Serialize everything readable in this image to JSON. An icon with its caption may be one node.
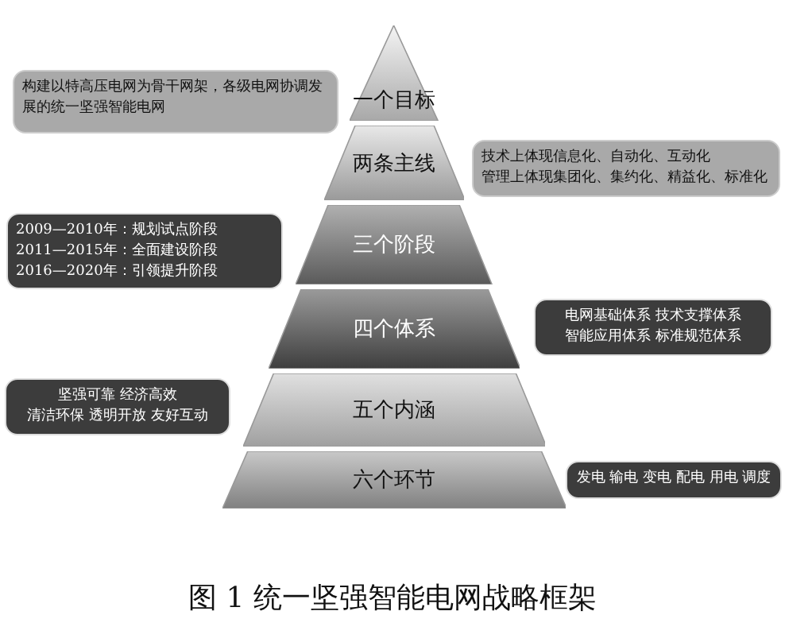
{
  "diagram": {
    "caption": "图 1 统一坚强智能电网战略框架",
    "nodes": [
      {
        "text": [
          "一个目标"
        ]
      },
      {
        "text": [
          "两条主线"
        ]
      },
      {
        "text": [
          "三个阶段"
        ]
      },
      {
        "text": [
          "四个体系"
        ]
      },
      {
        "text": [
          "五个内涵"
        ]
      },
      {
        "text": [
          "六个环节"
        ]
      },
      {
        "text": [
          "构建以特高压电网为骨干网架，各级电网协调发展的统一坚强智能电网"
        ]
      },
      {
        "text": [
          "技术上体现信息化、自动化、互动化",
          "管理上体现集团化、集约化、精益化、标准化"
        ]
      },
      {
        "text": [
          "2009—2010年：规划试点阶段",
          "2011—2015年：全面建设阶段",
          "2016—2020年：引领提升阶段"
        ]
      },
      {
        "text": [
          "电网基础体系 技术支撑体系",
          "智能应用体系 标准规范体系"
        ]
      },
      {
        "text": [
          "坚强可靠 经济高效",
          "清洁环保 透明开放 友好互动"
        ]
      },
      {
        "text": [
          "发电 输电 变电 配电 用电 调度"
        ]
      }
    ]
  }
}
